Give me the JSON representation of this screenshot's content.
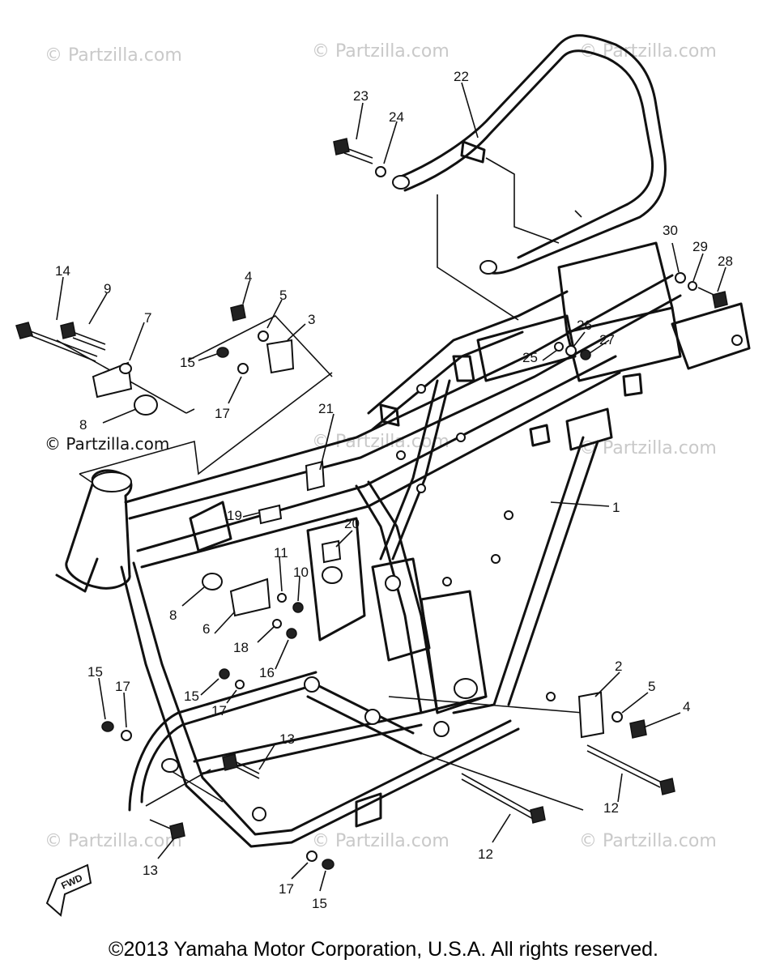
{
  "watermarks": [
    "© Partzilla.com",
    "© Partzilla.com",
    "© Partzilla.com",
    "© Partzilla.com",
    "© Partzilla.com",
    "© Partzilla.com",
    "© Partzilla.com",
    "© Partzilla.com"
  ],
  "watermark_dark": "© Partzilla.com",
  "fwd_label": "FWD",
  "callouts": [
    "1",
    "2",
    "3",
    "4",
    "4",
    "5",
    "5",
    "6",
    "7",
    "8",
    "8",
    "9",
    "10",
    "11",
    "12",
    "12",
    "13",
    "13",
    "14",
    "15",
    "15",
    "15",
    "15",
    "16",
    "17",
    "17",
    "17",
    "17",
    "18",
    "19",
    "20",
    "21",
    "22",
    "23",
    "24",
    "25",
    "26",
    "27",
    "28",
    "29",
    "30"
  ],
  "copyright": "©2013 Yamaha Motor Corporation, U.S.A. All rights reserved."
}
